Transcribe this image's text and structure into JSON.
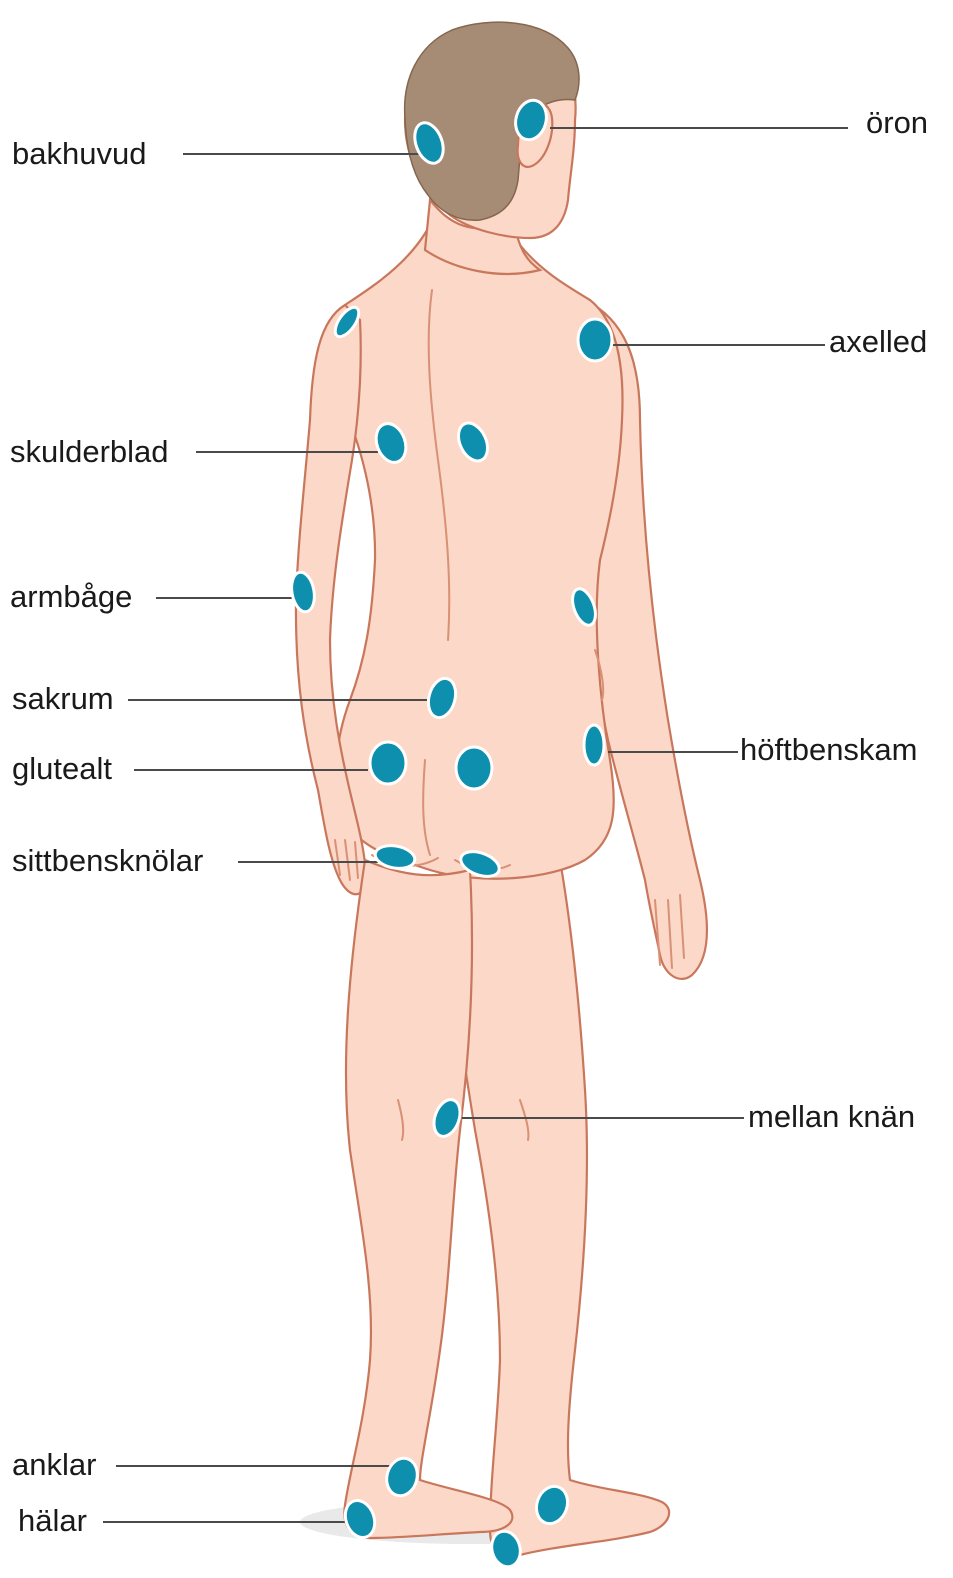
{
  "colors": {
    "background": "#ffffff",
    "skin": "#fbd8c7",
    "skin_outline": "#c9775c",
    "hair": "#a68b75",
    "pressure_spot": "#0e8fae",
    "leader_line": "#4a4a4a",
    "label_text": "#1a1a1a"
  },
  "labels": {
    "oron": "öron",
    "bakhuvud": "bakhuvud",
    "axelled": "axelled",
    "skulderblad": "skulderblad",
    "armbage": "armbåge",
    "sakrum": "sakrum",
    "hoftbenskam": "höftbenskam",
    "glutealt": "glutealt",
    "sittbensknolar": "sittbensknölar",
    "mellan_knan": "mellan knän",
    "anklar": "anklar",
    "halar": "hälar"
  }
}
